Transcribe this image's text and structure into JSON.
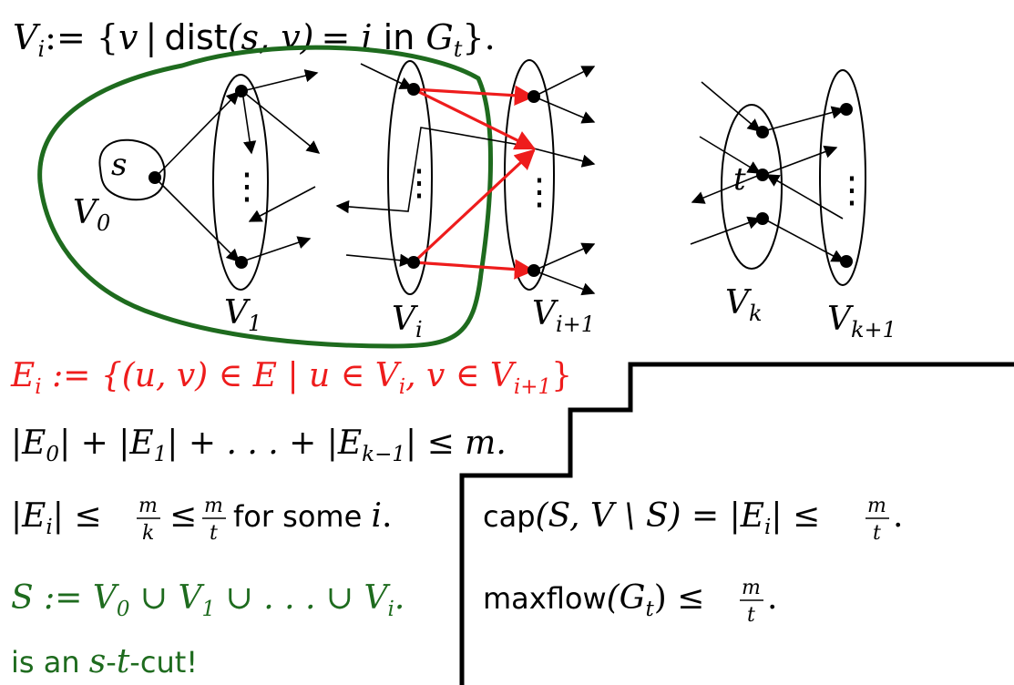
{
  "colors": {
    "text": "#000000",
    "red": "#ee1c1c",
    "green": "#1e6b1e",
    "cut_outline": "#1e6b1e"
  },
  "definition": {
    "lhs": "V",
    "lhs_sub": "i",
    "assign": ":= {",
    "var": "v",
    "bar": "|",
    "dist_fn": "dist",
    "dist_args": "(s, v)",
    "eq": "= ",
    "i": "i",
    "in_word": " in ",
    "graph": "G",
    "graph_sub": "t",
    "close": "}."
  },
  "graph": {
    "source_label": "s",
    "sink_label": "t",
    "vdots": "⋮",
    "layers": [
      {
        "name": "V",
        "sub": "0"
      },
      {
        "name": "V",
        "sub": "1"
      },
      {
        "name": "V",
        "sub": "i"
      },
      {
        "name": "V",
        "sub": "i+1"
      },
      {
        "name": "V",
        "sub": "k"
      },
      {
        "name": "V",
        "sub": "k+1"
      }
    ]
  },
  "edge_set": {
    "lhs": "E",
    "sub": "i",
    "def": " := {(u, v) ∈ E | u ∈ ",
    "v1": "V",
    "v1_sub": "i",
    "comma": ", v ∈ ",
    "v2": "V",
    "v2_sub": "i+1",
    "close": "}"
  },
  "sum_line": {
    "e0": "|E",
    "e0_sub": "0",
    "plus1": "| + |E",
    "e1_sub": "1",
    "mid": "| + . . . + |E",
    "ek_sub": "k−1",
    "end": "| ≤ m."
  },
  "bound_line": {
    "start": "|E",
    "sub": "i",
    "le1": "| ≤",
    "frac1_num": "m",
    "frac1_den": "k",
    "le2": "≤",
    "frac2_num": "m",
    "frac2_den": "t",
    "tail": " for some ",
    "i": "i",
    "period": "."
  },
  "s_def": {
    "lhs": "S := ",
    "v0": "V",
    "v0_sub": "0",
    "u1": " ∪ ",
    "v1": "V",
    "v1_sub": "1",
    "u2": " ∪ . . . ∪ ",
    "vi": "V",
    "vi_sub": "i",
    "period": "."
  },
  "cut_claim": {
    "prefix": "is an ",
    "s": "s",
    "dash": "-",
    "t": "t",
    "suffix": "-cut!"
  },
  "cap_line": {
    "fn": "cap",
    "args": "(S, V \\ S) = |E",
    "sub": "i",
    "le": "| ≤",
    "num": "m",
    "den": "t",
    "period": "."
  },
  "flow_line": {
    "fn": "maxflow",
    "open": "(G",
    "sub": "t",
    "le": ") ≤",
    "num": "m",
    "den": "t",
    "period": "."
  }
}
